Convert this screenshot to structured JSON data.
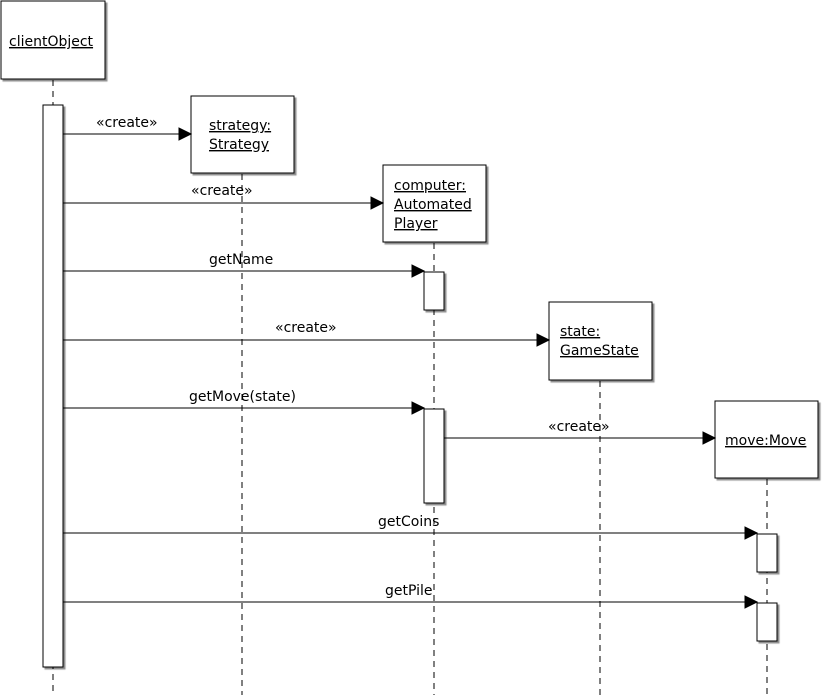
{
  "diagram": {
    "type": "uml-sequence",
    "lifelines": [
      {
        "id": "client",
        "label_lines": [
          "clientObject"
        ]
      },
      {
        "id": "strategy",
        "label_lines": [
          "strategy:",
          "Strategy"
        ]
      },
      {
        "id": "computer",
        "label_lines": [
          "computer:",
          "Automated",
          "Player"
        ]
      },
      {
        "id": "state",
        "label_lines": [
          "state:",
          "GameState"
        ]
      },
      {
        "id": "move",
        "label_lines": [
          "move:Move"
        ]
      }
    ],
    "messages": [
      {
        "from": "client",
        "to": "strategy",
        "label": "«create»"
      },
      {
        "from": "client",
        "to": "computer",
        "label": "«create»"
      },
      {
        "from": "client",
        "to": "computer",
        "label": "getName"
      },
      {
        "from": "client",
        "to": "state",
        "label": "«create»"
      },
      {
        "from": "client",
        "to": "computer",
        "label": "getMove(state)"
      },
      {
        "from": "computer",
        "to": "move",
        "label": "«create»"
      },
      {
        "from": "client",
        "to": "move",
        "label": "getCoins"
      },
      {
        "from": "client",
        "to": "move",
        "label": "getPile"
      }
    ]
  }
}
